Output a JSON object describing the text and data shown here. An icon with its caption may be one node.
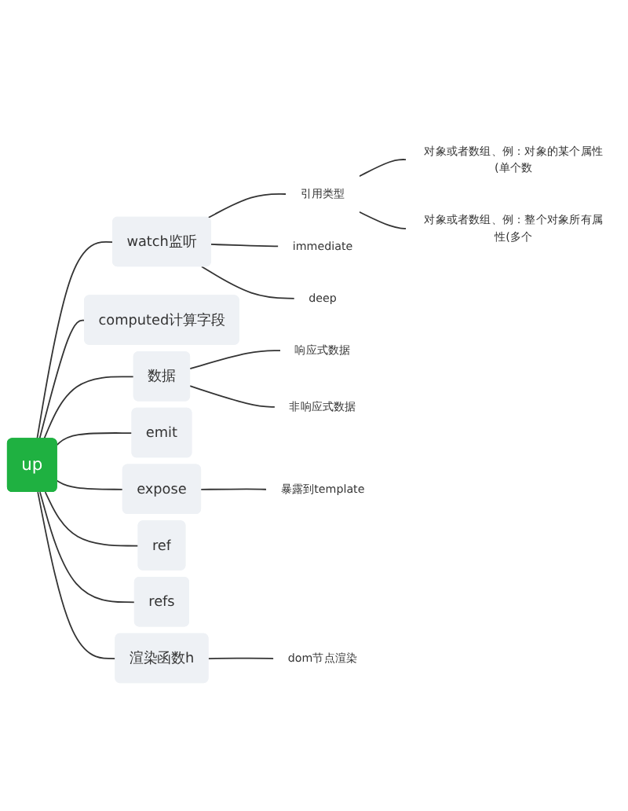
{
  "diagram": {
    "nodes": [
      {
        "text": [
          "up"
        ]
      },
      {
        "text": [
          "watch监听"
        ]
      },
      {
        "text": [
          "引用类型"
        ]
      },
      {
        "text": [
          "对象或者数组、例：对象的某个属性(单个数"
        ]
      },
      {
        "text": [
          "对象或者数组、例：整个对象所有属性(多个"
        ]
      },
      {
        "text": [
          "immediate"
        ]
      },
      {
        "text": [
          "deep"
        ]
      },
      {
        "text": [
          "computed计算字段"
        ]
      },
      {
        "text": [
          "数据"
        ]
      },
      {
        "text": [
          "响应式数据"
        ]
      },
      {
        "text": [
          "非响应式数据"
        ]
      },
      {
        "text": [
          "emit"
        ]
      },
      {
        "text": [
          "expose"
        ]
      },
      {
        "text": [
          "暴露到template"
        ]
      },
      {
        "text": [
          "ref"
        ]
      },
      {
        "text": [
          "refs"
        ]
      },
      {
        "text": [
          "渲染函数h"
        ]
      },
      {
        "text": [
          "dom节点渲染"
        ]
      }
    ],
    "edges": [
      {
        "from": 0,
        "to": 1,
        "arrow": "none"
      },
      {
        "from": 1,
        "to": 2,
        "arrow": "none"
      },
      {
        "from": 2,
        "to": 3,
        "arrow": "none"
      },
      {
        "from": 2,
        "to": 4,
        "arrow": "none"
      },
      {
        "from": 1,
        "to": 5,
        "arrow": "none"
      },
      {
        "from": 1,
        "to": 6,
        "arrow": "none"
      },
      {
        "from": 0,
        "to": 7,
        "arrow": "none"
      },
      {
        "from": 0,
        "to": 8,
        "arrow": "none"
      },
      {
        "from": 8,
        "to": 9,
        "arrow": "none"
      },
      {
        "from": 8,
        "to": 10,
        "arrow": "none"
      },
      {
        "from": 0,
        "to": 11,
        "arrow": "none"
      },
      {
        "from": 0,
        "to": 12,
        "arrow": "none"
      },
      {
        "from": 12,
        "to": 13,
        "arrow": "none"
      },
      {
        "from": 0,
        "to": 14,
        "arrow": "none"
      },
      {
        "from": 0,
        "to": 15,
        "arrow": "none"
      },
      {
        "from": 0,
        "to": 16,
        "arrow": "none"
      },
      {
        "from": 16,
        "to": 17,
        "arrow": "none"
      }
    ]
  }
}
